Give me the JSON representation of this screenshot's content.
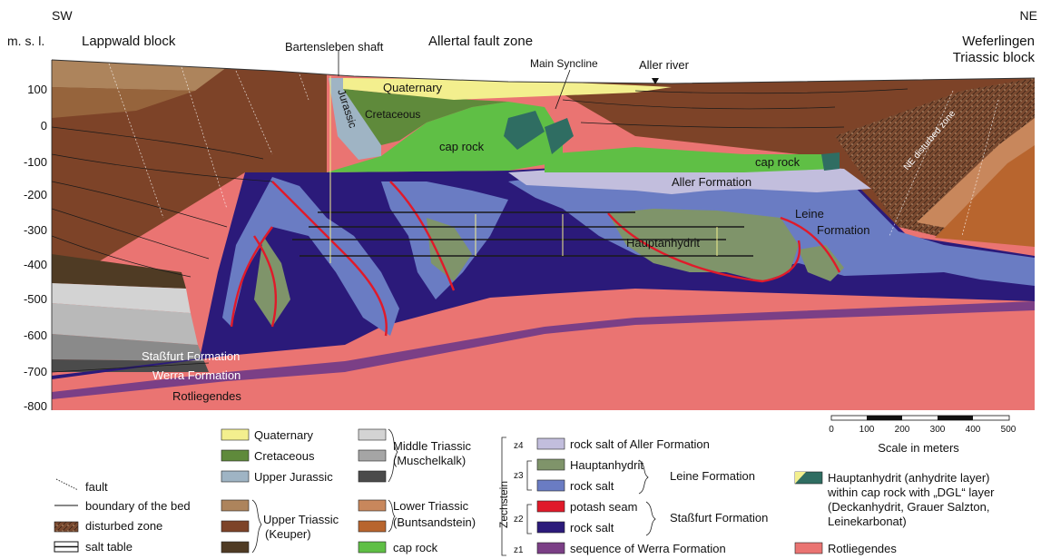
{
  "direction": {
    "left": "SW",
    "right": "NE"
  },
  "axis": {
    "unit_label": "m. s. l.",
    "ticks": [
      "100",
      "0",
      "-100",
      "-200",
      "-300",
      "-400",
      "-500",
      "-600",
      "-700",
      "-800"
    ]
  },
  "headings": {
    "lappwald": "Lappwald block",
    "bartensleben": "Bartensleben shaft",
    "allertal": "Allertal fault zone",
    "main_syncline": "Main Syncline",
    "aller_river": "Aller river",
    "weferlingen_1": "Weferlingen",
    "weferlingen_2": "Triassic block"
  },
  "section_labels": {
    "quaternary": "Quaternary",
    "jurassic": "Jurassic",
    "cretaceous": "Cretaceous",
    "cap_rock_1": "cap rock",
    "cap_rock_2": "cap rock",
    "aller_formation": "Aller Formation",
    "leine_1": "Leine",
    "leine_2": "Formation",
    "hauptanhydrit": "Hauptanhydrit",
    "ne_disturbed": "NE disturbed zone",
    "stassfurt": "Staßfurt Formation",
    "werra": "Werra Formation",
    "rotliegendes": "Rotliegendes"
  },
  "scale_bar": {
    "ticks": [
      "0",
      "100",
      "200",
      "300",
      "400",
      "500"
    ],
    "caption": "Scale in meters"
  },
  "legend": {
    "symbols": {
      "fault": "fault",
      "boundary": "boundary of the bed",
      "disturbed": "disturbed zone",
      "salt_table": "salt table"
    },
    "col2": {
      "quaternary": "Quaternary",
      "cretaceous": "Cretaceous",
      "upper_jurassic": "Upper Jurassic",
      "upper_triassic_1": "Upper Triassic",
      "upper_triassic_2": "(Keuper)"
    },
    "col3": {
      "middle_triassic_1": "Middle Triassic",
      "middle_triassic_2": "(Muschelkalk)",
      "lower_triassic_1": "Lower Triassic",
      "lower_triassic_2": "(Buntsandstein)",
      "cap_rock": "cap rock"
    },
    "zechstein": {
      "title": "Zechstein",
      "z4": "z4",
      "z3": "z3",
      "z2": "z2",
      "z1": "z1",
      "aller_rock_salt": "rock salt of Aller Formation",
      "hauptanhydrit": "Hauptanhydrit",
      "rock_salt_z3": "rock salt",
      "leine_formation": "Leine Formation",
      "potash_seam": "potash seam",
      "rock_salt_z2": "rock salt",
      "stassfurt_formation": "Staßfurt Formation",
      "werra_sequence": "sequence of Werra Formation"
    },
    "col5": {
      "line1": "Hauptanhydrit (anhydrite layer)",
      "line2": "within cap rock with „DGL“ layer",
      "line3": "(Deckanhydrit, Grauer Salzton,",
      "line4": "Leinekarbonat)",
      "rotliegendes": "Rotliegendes"
    }
  },
  "colors": {
    "quaternary": "#f3ef8e",
    "cretaceous": "#5f8a3b",
    "upper_jurassic": "#9fb4c4",
    "middle_triassic_light": "#d3d3d3",
    "middle_triassic_mid": "#a5a5a5",
    "middle_triassic_dark": "#4b4b4b",
    "upper_triassic_light": "#ad845c",
    "upper_triassic_mid": "#7d4328",
    "upper_triassic_dark": "#4f3b24",
    "lower_triassic_light": "#c8875c",
    "lower_triassic_dark": "#b8652e",
    "cap_rock": "#5fbf45",
    "aller_salt": "#c2bedd",
    "hauptanhydrit": "#7f946a",
    "leine_salt": "#6a7cc3",
    "potash": "#e01a2a",
    "stassfurt_salt": "#2b1a7a",
    "werra": "#7b3f86",
    "rotliegendes": "#ea7472",
    "dgl": "#2f6d62"
  }
}
